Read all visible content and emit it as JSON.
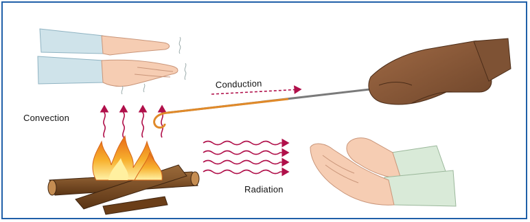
{
  "labels": {
    "convection": "Convection",
    "conduction": "Conduction",
    "radiation": "Radiation"
  },
  "colors": {
    "frame": "#1f5fa8",
    "arrow": "#b0104a",
    "poker": "#e08a2a",
    "flame_outer": "#f59b1f",
    "flame_inner": "#fff0a0",
    "log": "#7a4a1e",
    "glove": "#8a5a3a",
    "sleeve_top": "#cfe3ea",
    "sleeve_bottom": "#d9ead8",
    "skin": "#f6cdb3"
  }
}
